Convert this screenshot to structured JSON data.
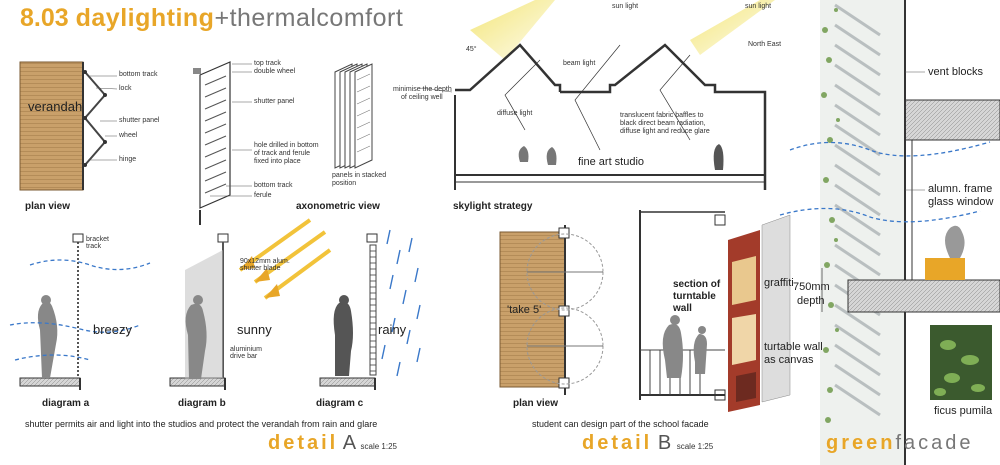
{
  "header": {
    "number": "8.03",
    "title_a": "daylighting",
    "plus": "+",
    "title_b": "thermalcomfort"
  },
  "plan_view_a": {
    "caption": "plan view",
    "verandah": "verandah",
    "labels": {
      "bottom_track": "bottom track",
      "lock": "lock",
      "shutter_panel": "shutter panel",
      "wheel": "wheel",
      "hinge": "hinge"
    }
  },
  "axonometric": {
    "caption": "axonometric view",
    "labels": {
      "top_track": "top track",
      "double_wheel": "double wheel",
      "shutter_panel": "shutter panel",
      "hole_1": "hole drilled in bottom",
      "hole_2": "of track and ferule",
      "hole_3": "fixed into place",
      "bottom_track": "bottom track",
      "ferule": "ferule",
      "stacked_1": "panels in stacked",
      "stacked_2": "position"
    }
  },
  "diagrams": {
    "a": {
      "caption": "diagram a",
      "word": "breezy",
      "bracket": "bracket",
      "track": "track"
    },
    "b": {
      "caption": "diagram b",
      "word": "sunny",
      "blade_1": "90x12mm alum.",
      "blade_2": "shutter blade",
      "bar_1": "aluminium",
      "bar_2": "drive bar"
    },
    "c": {
      "caption": "diagram c",
      "word": "rainy"
    }
  },
  "detail_a": {
    "note": "shutter permits air and light into the studios and protect the verandah from rain and glare",
    "detail": "detail",
    "letter": "A",
    "scale": "scale 1:25"
  },
  "skylight": {
    "caption": "skylight strategy",
    "angle": "45°",
    "sun_light_1": "sun light",
    "sun_light_2": "sun light",
    "north_east": "North East",
    "beam_light": "beam light",
    "diffuse_light": "diffuse light",
    "minimise_1": "minimise the depth",
    "minimise_2": "of ceiling well",
    "baffle_1": "translucent fabric baffles to",
    "baffle_2": "black direct beam radiation,",
    "baffle_3": "diffuse light and reduce glare",
    "studio": "fine art studio"
  },
  "detail_b": {
    "take5": "'take 5'",
    "caption": "plan view",
    "section_1": "section of",
    "section_2": "turntable",
    "section_3": "wall",
    "graffiti": "graffiti",
    "canvas_1": "turtable wall",
    "canvas_2": "as canvas",
    "note": "student can design part of the school facade",
    "detail": "detail",
    "letter": "B",
    "scale": "scale 1:25"
  },
  "green_facade": {
    "vent_blocks": "vent blocks",
    "frame_1": "alumn. frame",
    "frame_2": "glass window",
    "depth_1": "750mm",
    "depth_2": "depth",
    "ficus": "ficus pumila",
    "title_a": "green",
    "title_b": "facade"
  },
  "colors": {
    "accent": "#e8a628",
    "timber": "#c9a06a",
    "rain": "#3a78c9",
    "sun": "#f2d23a"
  }
}
